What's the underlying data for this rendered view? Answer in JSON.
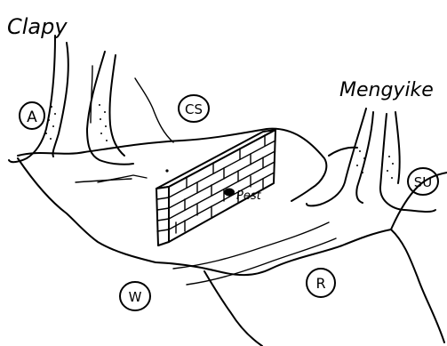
{
  "names": {
    "left_person": "Clapy",
    "right_person": "Mengyike"
  },
  "region_labels": {
    "a": "A",
    "cs": "CS",
    "su": "SU",
    "w": "W",
    "r": "R"
  },
  "pest_label": "Pest",
  "colors": {
    "ink": "#000000",
    "paper": "#ffffff"
  }
}
